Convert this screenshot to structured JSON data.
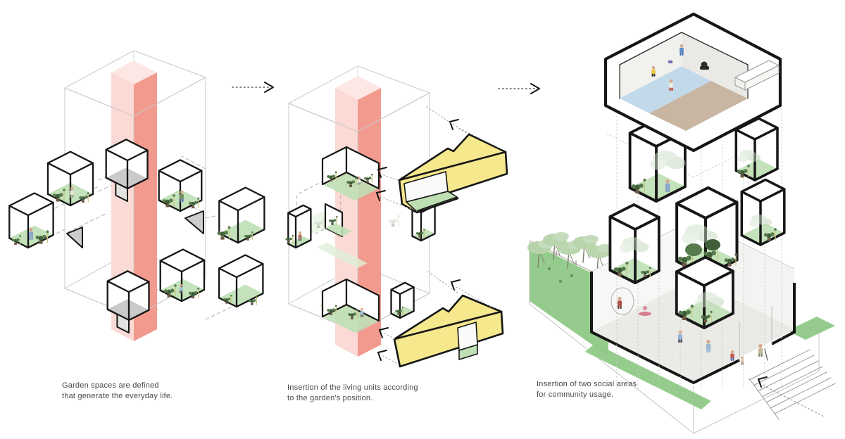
{
  "panels": [
    {
      "id": "garden-spaces",
      "caption": [
        "Garden spaces are defined",
        "that generate the everyday life."
      ]
    },
    {
      "id": "living-units",
      "caption": [
        "Insertion of the living units according",
        "to the garden's position."
      ]
    },
    {
      "id": "social-areas",
      "caption": [
        "Insertion of two social areas",
        "for community usage."
      ]
    }
  ],
  "icons": {
    "transition_arrow": "dotted-chevron-right",
    "insertion_arrow": "chevron-up-left"
  },
  "colors": {
    "outline": "#161616",
    "wire": "#c9c9c9",
    "dash": "#b8b8b8",
    "core_left": "#fbd9d4",
    "core_right": "#f29a8e",
    "core_top": "#fde7e4",
    "unit_yellow": "#f6e88d",
    "garden_floor": "#bfe0b5",
    "pale_floor": "#def0d8",
    "lawn": "#8fc987",
    "canopy": "#b7d3ab",
    "pool": "#c2d9ea",
    "deck": "#c8b6a2",
    "notch_gray": "#c6c6c6",
    "ground_floor": "#eaeae7",
    "plant_dark": "#41603a",
    "plant_mid": "#567a4c",
    "plant_stick": "#c9c883",
    "pot": "#6f5a47",
    "skin": "#d8a98a"
  }
}
